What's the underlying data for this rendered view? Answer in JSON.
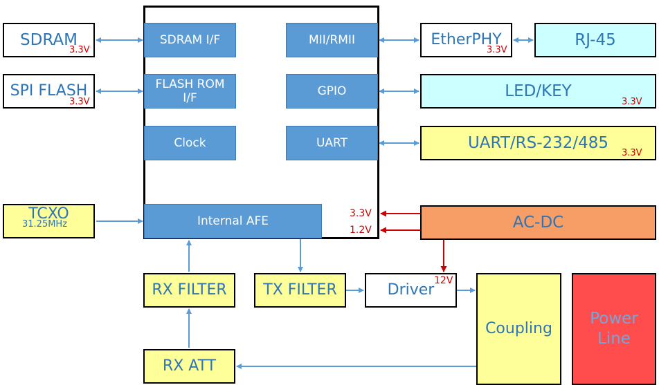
{
  "external": {
    "sdram": "SDRAM",
    "spi_flash": "SPI FLASH",
    "tcxo": "TCXO",
    "tcxo_freq": "31.25MHz",
    "etherphy": "EtherPHY",
    "rj45": "RJ-45",
    "led_key": "LED/KEY",
    "uart_rs": "UART/RS-232/485",
    "ac_dc": "AC-DC",
    "rx_filter": "RX FILTER",
    "tx_filter": "TX FILTER",
    "driver": "Driver",
    "coupling": "Coupling",
    "power_line": "Power\nLine",
    "rx_att": "RX ATT"
  },
  "chip": {
    "sdram_if": "SDRAM I/F",
    "flash_if": "FLASH ROM\nI/F",
    "clock": "Clock",
    "mii": "MII/RMII",
    "gpio": "GPIO",
    "uart": "UART",
    "afe": "Internal AFE"
  },
  "voltages": {
    "sdram": "3.3V",
    "spi_flash": "3.3V",
    "etherphy": "3.3V",
    "led_key": "3.3V",
    "uart_rs": "3.3V",
    "chip_33": "3.3V",
    "chip_12": "1.2V",
    "driver_12": "12V"
  },
  "colors": {
    "box_text": "#2e75b6",
    "chip_block": "#5b9bd5",
    "power_arrow": "#cc0000",
    "signal_arrow": "#5b9bd5"
  }
}
